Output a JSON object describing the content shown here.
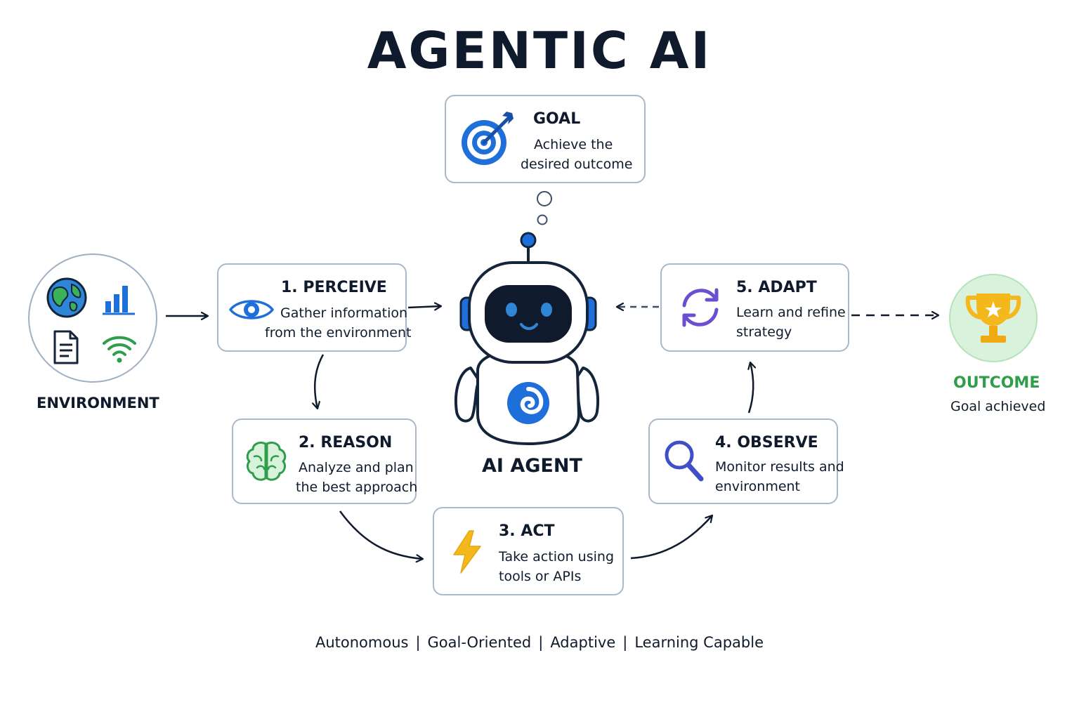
{
  "title": "AGENTIC AI",
  "goal": {
    "title": "GOAL",
    "desc_line1": "Achieve the",
    "desc_line2": "desired outcome",
    "icon": "target-icon"
  },
  "environment": {
    "label": "ENVIRONMENT",
    "icons": [
      "globe-icon",
      "bar-chart-icon",
      "document-icon",
      "wifi-icon"
    ]
  },
  "agent": {
    "label": "AI AGENT",
    "icon": "robot-icon"
  },
  "steps": [
    {
      "title": "1. PERCEIVE",
      "line1": "Gather information",
      "line2": "from the environment",
      "icon": "eye-icon",
      "color": "#1e6fd9"
    },
    {
      "title": "2. REASON",
      "line1": "Analyze and plan",
      "line2": "the best approach",
      "icon": "brain-icon",
      "color": "#2e9e4a"
    },
    {
      "title": "3. ACT",
      "line1": "Take action using",
      "line2": "tools or APIs",
      "icon": "lightning-icon",
      "color": "#f5b81c"
    },
    {
      "title": "4. OBSERVE",
      "line1": "Monitor results and",
      "line2": "environment",
      "icon": "magnifier-icon",
      "color": "#3f4fc7"
    },
    {
      "title": "5. ADAPT",
      "line1": "Learn and refine",
      "line2": "strategy",
      "icon": "refresh-icon",
      "color": "#6a4fd0"
    }
  ],
  "outcome": {
    "title": "OUTCOME",
    "subtitle": "Goal achieved",
    "icon": "trophy-icon",
    "color": "#2e9e4a"
  },
  "tagline": [
    "Autonomous",
    "Goal-Oriented",
    "Adaptive",
    "Learning Capable"
  ],
  "colors": {
    "text": "#0f1b2d",
    "border": "#a9b9ca",
    "accent_blue": "#1e6fd9",
    "green": "#2e9e4a",
    "outcome_bg": "#d9f2dc"
  }
}
